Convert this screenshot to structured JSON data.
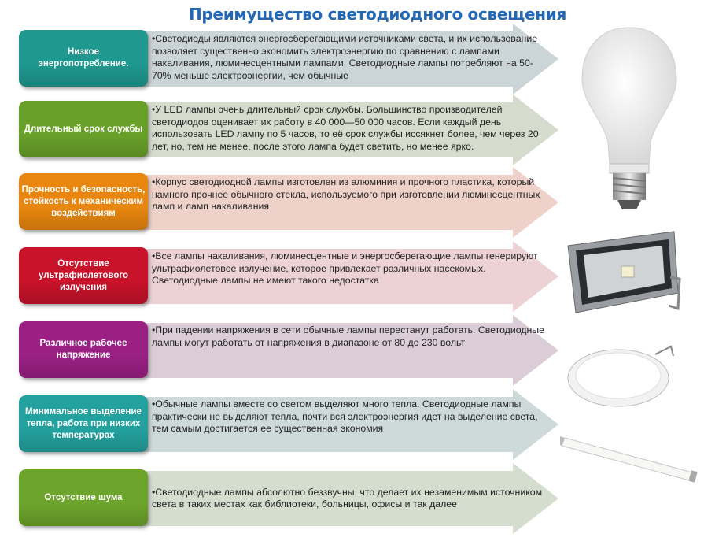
{
  "title": "Преимущество светодиодного освещения",
  "rows": [
    {
      "label": "Низкое энергопотребление.",
      "text": "•Светодиоды являются энергосберегающими источниками света, и их использование позволяет существенно экономить электроэнергию по сравнению с лампами накаливания, люминесцентными лампами. Светодиодные лампы потребляют на 50-70% меньше электроэнергии, чем обычные",
      "label_color": "#1f9990",
      "arrow_color": "#cbd4d6"
    },
    {
      "label": "Длительный срок службы",
      "text": "•У LED лампы очень длительный срок службы. Большинство производителей светодиодов оценивает их работу в 40 000—50 000 часов. Если каждый день использовать LED лампу по 5 часов, то её срок службы иссякнет более, чем через 20 лет, но, тем не менее, после этого лампа будет светить, но менее ярко.",
      "label_color": "#69a02a",
      "arrow_color": "#d5dccd"
    },
    {
      "label": "Прочность и безопасность, стойкость к механическим воздействиям",
      "text": "•Корпус светодиодной лампы изготовлен из алюминия и прочного пластика, который намного прочнее обычного стекла, используемого при изготовлении люминесцентных ламп и ламп накаливания",
      "label_color": "#e8860f",
      "arrow_color": "#eed2c9"
    },
    {
      "label": "Отсутствие ультрафиолетового излучения",
      "text": "•Все лампы накаливания, люминесцентные и энергосберегающие лампы генерируют ультрафиолетовое излучение, которое привлекает различных насекомых. Светодиодные лампы не имеют такого недостатка",
      "label_color": "#c8132b",
      "arrow_color": "#edd2d5"
    },
    {
      "label": "Различное рабочее напряжение",
      "text": "•При падении напряжения в сети обычные лампы перестанут работать. Светодиодные лампы могут работать от напряжения в диапазоне от 80 до 230 вольт",
      "label_color": "#9a2084",
      "arrow_color": "#dacdd8"
    },
    {
      "label": "Минимальное выделение тепла, работа при низких температурах",
      "text": "•Обычные лампы вместе со светом выделяют много тепла. Светодиодные лампы практически не выделяют тепла, почти вся электроэнергия идет на выделение света, тем самым достигается ее существенная экономия",
      "label_color": "#23a19e",
      "arrow_color": "#cedad9"
    },
    {
      "label": "Отсутствие шума",
      "text": "•Светодиодные лампы абсолютно беззвучны, что делает их незаменимым источником света в таких местах как библиотеки, больницы, офисы и так далее",
      "label_color": "#6da42b",
      "arrow_color": "#d5ddcf"
    }
  ],
  "images": [
    "led-bulb",
    "led-floodlight",
    "led-panel-light",
    "led-tube"
  ]
}
